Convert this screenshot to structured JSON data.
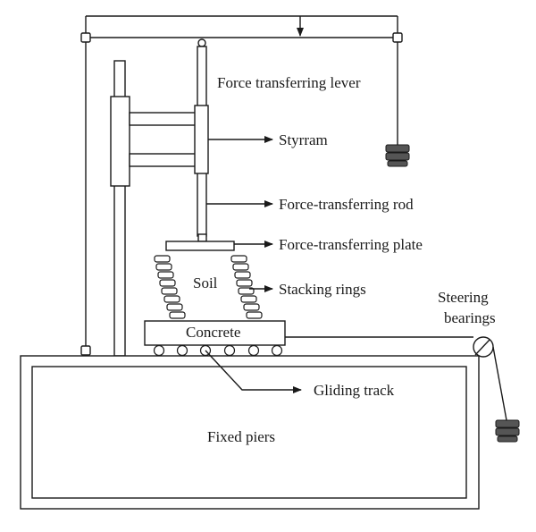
{
  "labels": {
    "lever": "Force transferring lever",
    "styrram": "Styrram",
    "rod": "Force-transferring rod",
    "plate": "Force-transferring plate",
    "soil": "Soil",
    "rings": "Stacking rings",
    "steering_line1": "Steering",
    "steering_line2": "bearings",
    "concrete": "Concrete",
    "track": "Gliding track",
    "piers": "Fixed piers"
  }
}
